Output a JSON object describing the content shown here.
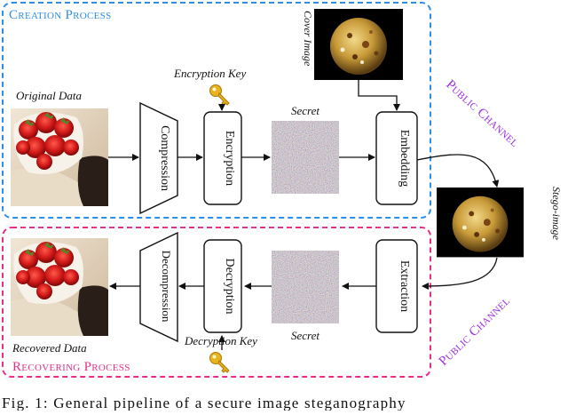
{
  "creation_process": {
    "label": "Creation Process"
  },
  "recovering_process": {
    "label": "Recovering Process"
  },
  "public_channel": {
    "top_label": "Public Channel",
    "bottom_label": "Public Channel"
  },
  "labels": {
    "original_data": "Original Data",
    "recovered_data": "Recovered Data",
    "encryption_key": "Encryption Key",
    "decryption_key": "Decryption Key",
    "secret_top": "Secret",
    "secret_bottom": "Secret",
    "cover_image": "Cover Image",
    "stego_image": "Stego-image"
  },
  "blocks": {
    "compression": "Compression",
    "encryption": "Encryption",
    "embedding": "Embedding",
    "extraction": "Extraction",
    "decryption": "Decryption",
    "decompression": "Decompression"
  },
  "caption": "Fig. 1: General pipeline of a secure image steganography",
  "colors": {
    "creation_border": "#2c8ee6",
    "recovering_border": "#e8308a",
    "public_channel": "#9b30e0",
    "key": "#e8b31c"
  },
  "icons": [
    "key-icon",
    "strawberry-image",
    "planet-image",
    "noise-image"
  ]
}
